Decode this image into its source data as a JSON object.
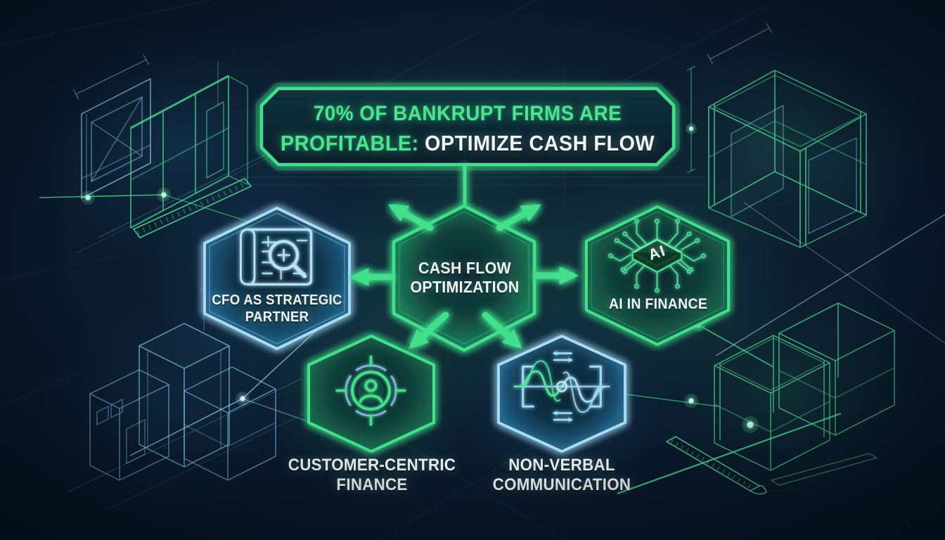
{
  "banner": {
    "line1": "70% OF BANKRUPT FIRMS ARE",
    "line2_highlight": "PROFITABLE:",
    "line2_rest": "OPTIMIZE CASH FLOW"
  },
  "center": {
    "line1": "CASH FLOW",
    "line2": "OPTIMIZATION"
  },
  "nodes": {
    "cfo": {
      "line1": "CFO AS STRATEGIC",
      "line2": "PARTNER",
      "icon": "blueprint-magnifier-icon"
    },
    "ai": {
      "label": "AI IN FINANCE",
      "chip_text": "AI",
      "icon": "ai-chip-icon"
    },
    "customer": {
      "line1": "CUSTOMER-CENTRIC",
      "line2": "FINANCE",
      "icon": "person-target-icon"
    },
    "nonverbal": {
      "line1": "NON-VERBAL",
      "line2": "COMMUNICATION",
      "icon": "waveform-exchange-icon"
    }
  },
  "colors": {
    "background": "#081420",
    "accent_green": "#43e08c",
    "accent_cyan": "#9fdcf8",
    "text_white": "#f2f6f8"
  }
}
